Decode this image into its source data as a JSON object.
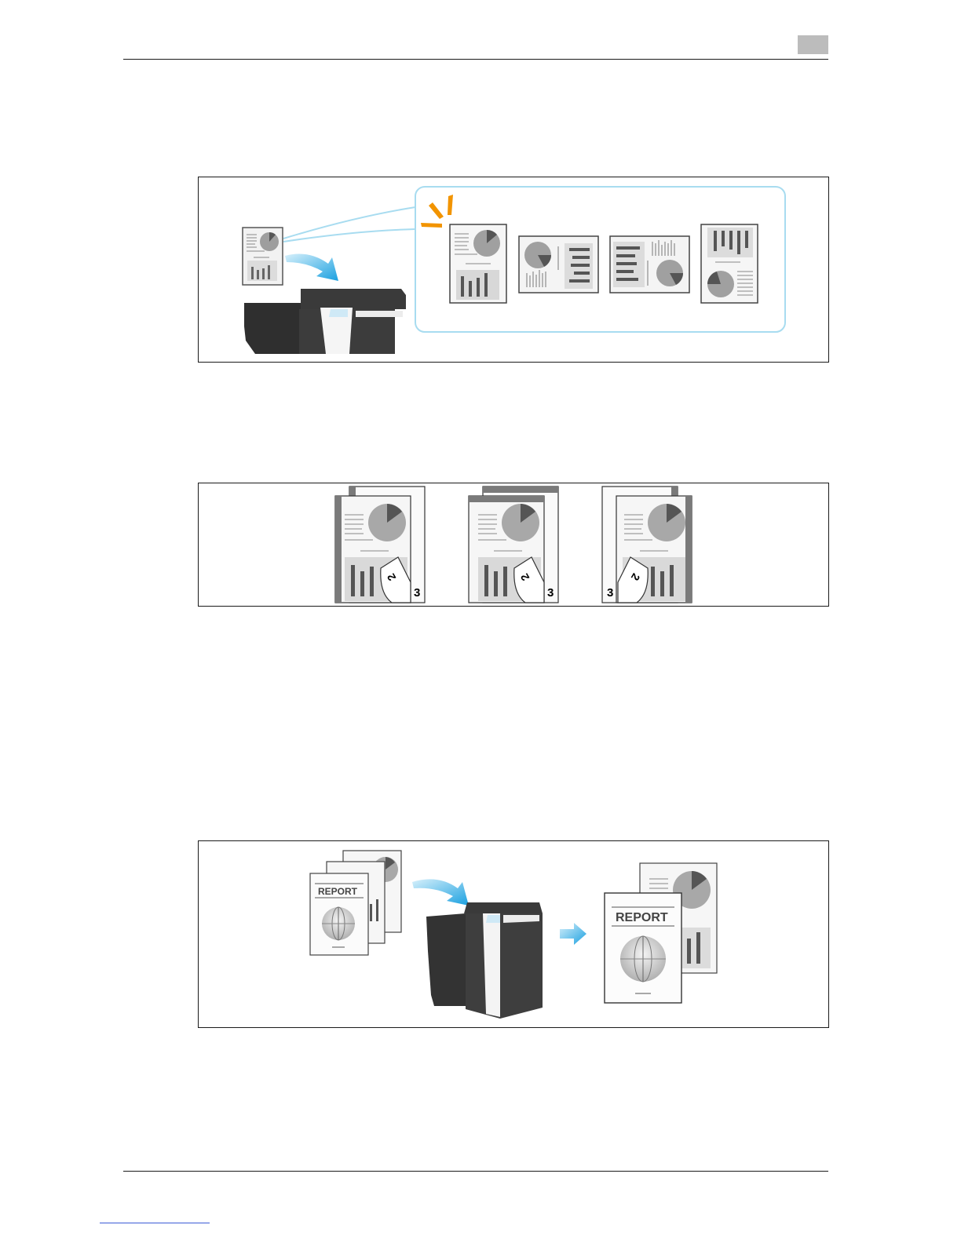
{
  "figure2": {
    "page_numbers": [
      "2",
      "3"
    ]
  },
  "figure3": {
    "report_label": "REPORT"
  },
  "colors": {
    "accent_blue": "#1aa0e0",
    "burst_orange": "#f29400",
    "callout_border": "#a8dcf0"
  }
}
